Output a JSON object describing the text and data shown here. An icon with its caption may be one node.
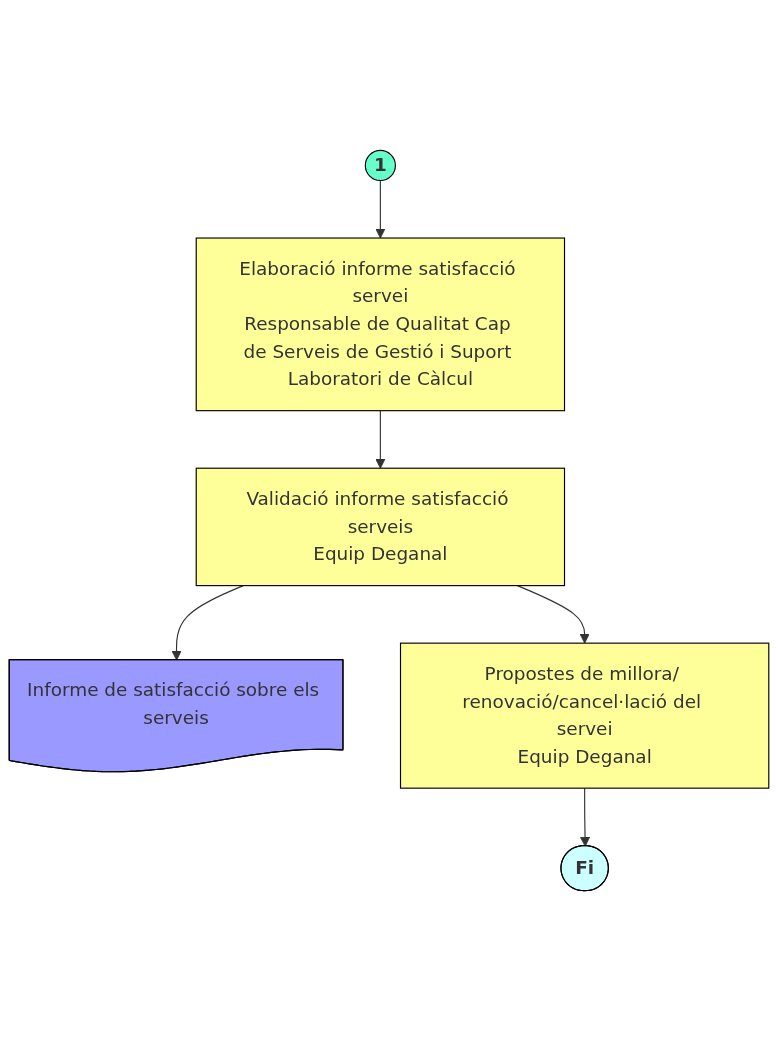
{
  "diagram": {
    "nodes": [
      {
        "text": [
          "1"
        ]
      },
      {
        "text": [
          "Elaboració informe satisfacció servei",
          "Responsable de Qualitat Cap de Serveis de Gestió i Suport Laboratori de Càlcul"
        ]
      },
      {
        "text": [
          "Validació informe satisfacció serveis",
          "Equip Deganal"
        ]
      },
      {
        "text": [
          "Informe de satisfacció sobre els serveis"
        ]
      },
      {
        "text": [
          "Propostes de millora/ renovació/cancel·lació del servei",
          "Equip Deganal"
        ]
      },
      {
        "text": [
          "Fi"
        ]
      }
    ],
    "edges": [
      {
        "from": 0,
        "to": 1,
        "arrow": "to"
      },
      {
        "from": 1,
        "to": 2,
        "arrow": "to"
      },
      {
        "from": 2,
        "to": 3,
        "arrow": "to"
      },
      {
        "from": 2,
        "to": 4,
        "arrow": "to"
      },
      {
        "from": 4,
        "to": 5,
        "arrow": "to"
      }
    ]
  }
}
